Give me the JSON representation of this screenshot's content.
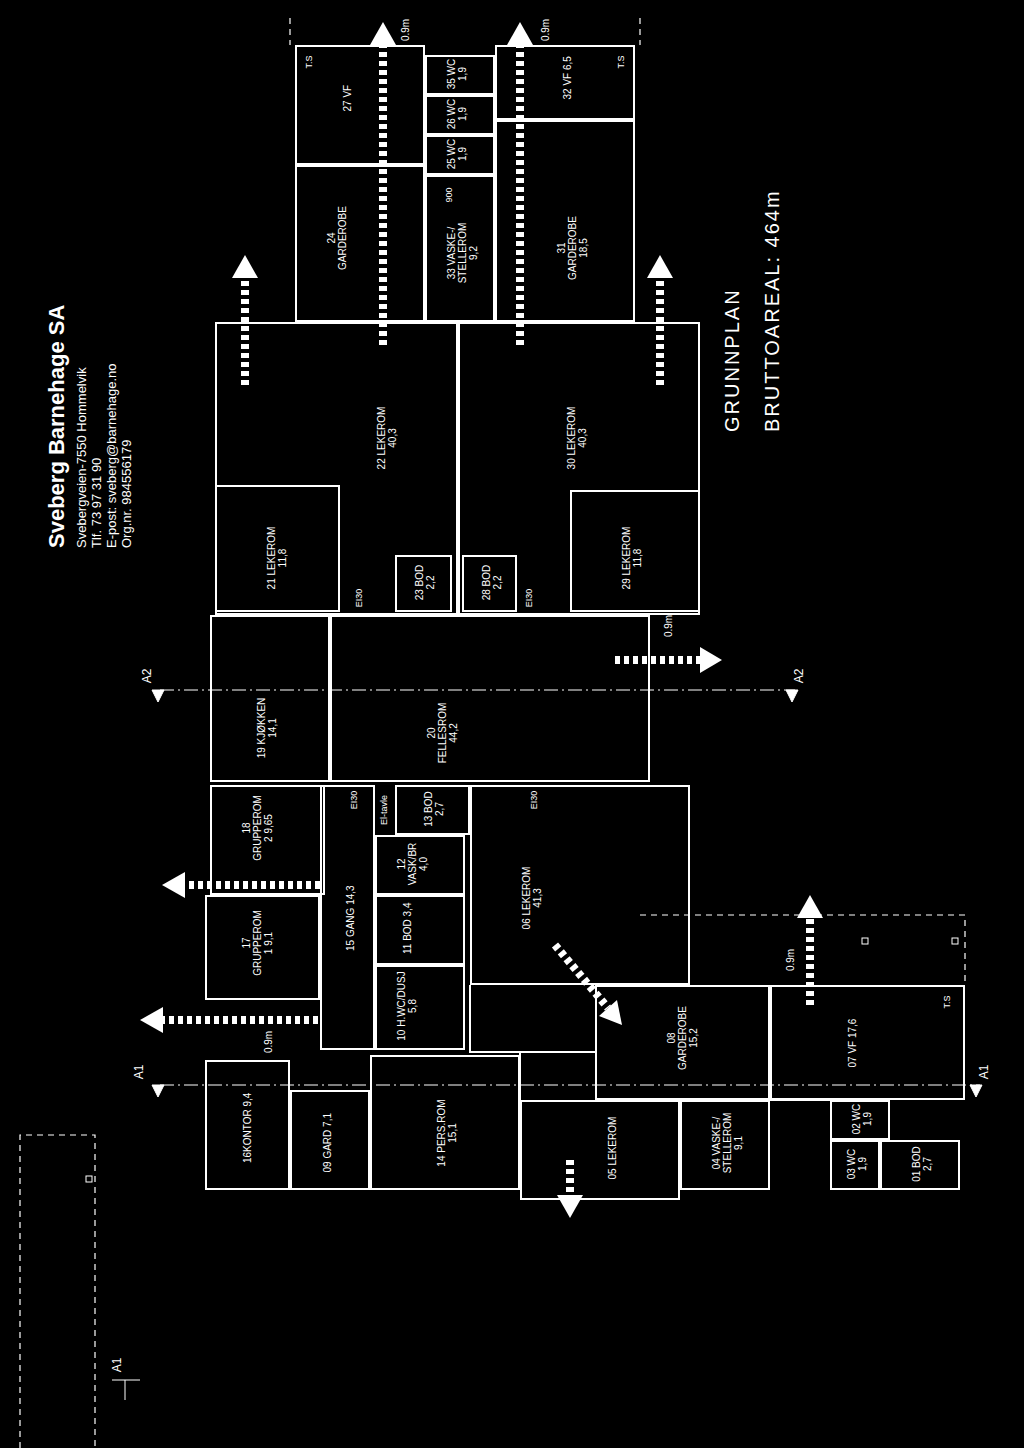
{
  "diagram": {
    "nodes": [
      {
        "text": [
          "27 VF"
        ]
      },
      {
        "text": [
          "24 GARDEROBE"
        ]
      },
      {
        "text": [
          "35 WC 1,9"
        ]
      },
      {
        "text": [
          "26 WC 1,9"
        ]
      },
      {
        "text": [
          "25 WC 1,9"
        ]
      },
      {
        "text": [
          "33 VASKE-/ STELLEROM 9,2"
        ]
      },
      {
        "text": [
          "32 VF 6,5"
        ]
      },
      {
        "text": [
          "31 GARDEROBE 18,5"
        ]
      },
      {
        "text": [
          "22 LEKEROM 40,3"
        ]
      },
      {
        "text": [
          "21 LEKEROM 11,8"
        ]
      },
      {
        "text": [
          "23 BOD 2,2"
        ]
      },
      {
        "text": [
          "30 LEKEROM 40,3"
        ]
      },
      {
        "text": [
          "28 BOD 2,2"
        ]
      },
      {
        "text": [
          "29 LEKEROM 11,8"
        ]
      },
      {
        "text": [
          "19 KJØKKEN 14,1"
        ]
      },
      {
        "text": [
          "20 FELLESROM 44,2"
        ]
      },
      {
        "text": [
          "18 GRUPPEROM 2 9,65"
        ]
      },
      {
        "text": [
          "17 GRUPPEROM 1 9,1"
        ]
      },
      {
        "text": [
          "15 GANG 14,3"
        ]
      },
      {
        "text": [
          "13 BOD 2,7"
        ]
      },
      {
        "text": [
          "12 VASK/BR 4,0"
        ]
      },
      {
        "text": [
          "11 BOD 3,4"
        ]
      },
      {
        "text": [
          "10 H.WC/DUSJ 5,8"
        ]
      },
      {
        "text": [
          "06 LEKEROM 41,3"
        ]
      },
      {
        "text": [
          "16KONTOR 9,4"
        ]
      },
      {
        "text": [
          "09 GARD 7,1"
        ]
      },
      {
        "text": [
          "14 PERS.ROM 15,1"
        ]
      },
      {
        "text": [
          "05 LEKEROM"
        ]
      },
      {
        "text": [
          "08 GARDEROBE 15,2"
        ]
      },
      {
        "text": [
          "07 VF 17,6"
        ]
      },
      {
        "text": [
          "04 VASKE-/ STELLEROM 9,1"
        ]
      },
      {
        "text": [
          "02 WC 1,9"
        ]
      },
      {
        "text": [
          "03 WC 1,9"
        ]
      },
      {
        "text": [
          "01 BOD 2,7"
        ]
      }
    ],
    "labels": [
      "Sveberg Barnehage SA",
      "Svebergveien-7550 Hommelvik",
      "Tlf. 73 97 31 90",
      "E-post: sveberg@barnehage.no",
      "Org.nr. 984556179",
      "GRUNNPLAN",
      "BRUTTOAREAL: 464m",
      "A1",
      "A1",
      "A1",
      "A2",
      "A2",
      "0.9m",
      "0.9m",
      "0.9m",
      "0.9m",
      "0.9m",
      "T.S",
      "T.S",
      "T.S",
      "EI30",
      "EI30",
      "EI30",
      "EI30",
      "El-tavle",
      "900"
    ]
  }
}
